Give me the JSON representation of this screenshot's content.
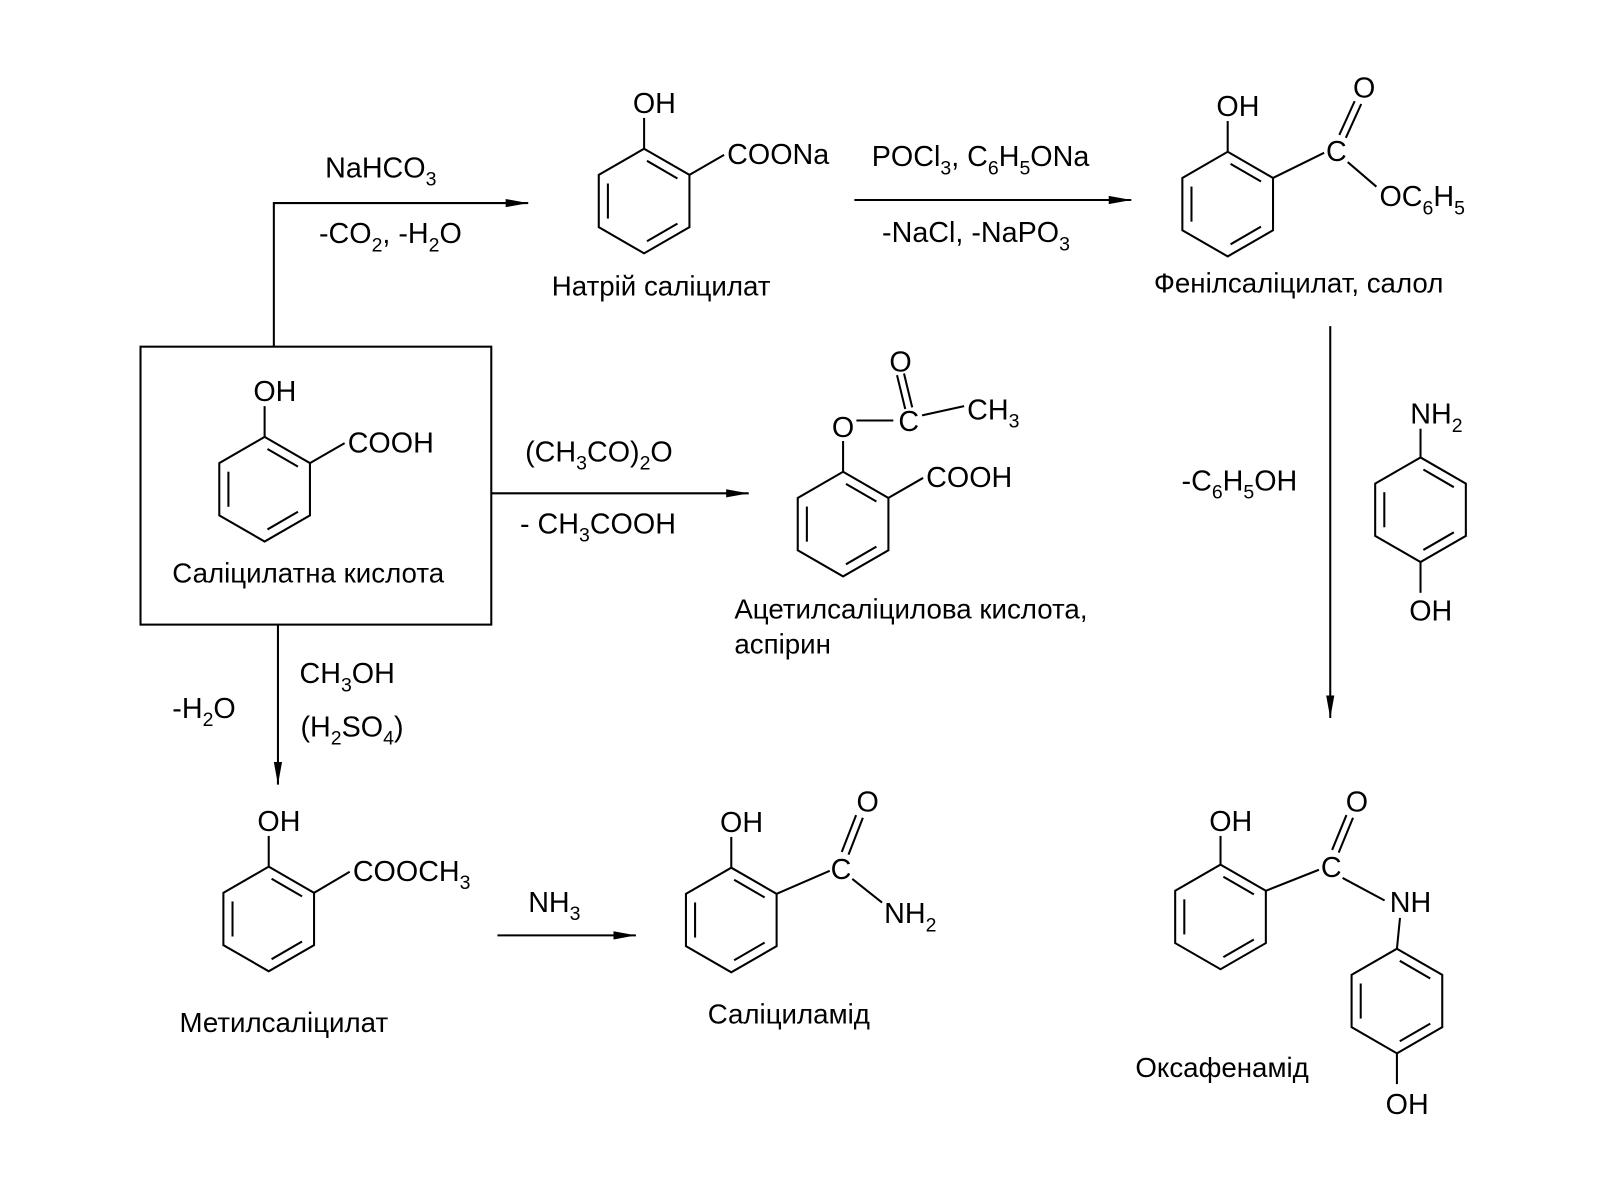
{
  "compounds": {
    "salicylic_acid": {
      "name": "Саліцилатна кислота",
      "oh": "OH",
      "cooh": "COOH"
    },
    "sodium_salicylate": {
      "name": "Натрій саліцилат",
      "oh": "OH",
      "coona": "COONa"
    },
    "phenyl_salicylate": {
      "name": "Фенілсаліцилат, салол",
      "oh": "OH",
      "c": "C",
      "o": "O",
      "oc6h5": [
        "OC",
        "6",
        "H",
        "5"
      ]
    },
    "aspirin": {
      "name_line1": "Ацетилсаліцилова кислота,",
      "name_line2": "аспірин",
      "o_ester": "O",
      "c": "C",
      "o": "O",
      "ch3": [
        "CH",
        "3"
      ],
      "cooh": "COOH"
    },
    "methyl_salicylate": {
      "name": "Метилсаліцилат",
      "oh": "OH",
      "cooch3": [
        "COOCH",
        "3"
      ]
    },
    "salicylamide": {
      "name": "Саліциламід",
      "oh": "OH",
      "c": "C",
      "o": "O",
      "nh2": [
        "NH",
        "2"
      ]
    },
    "oxaphenamide": {
      "name": "Оксафенамід",
      "oh": "OH",
      "c": "C",
      "o": "O",
      "nh": "NH",
      "oh_para": "OH"
    },
    "p_aminophenol": {
      "nh2": [
        "NH",
        "2"
      ],
      "oh": "OH"
    }
  },
  "reactions": {
    "to_sodium_salicylate": {
      "above": [
        "NaHCO",
        "3"
      ],
      "below": [
        "-CO",
        "2",
        ", -H",
        "2",
        "O"
      ]
    },
    "to_phenyl_salicylate": {
      "above": [
        "POCl",
        "3",
        ", C",
        "6",
        "H",
        "5",
        "ONa"
      ],
      "below": [
        "-NaCl, -NaPO",
        "3"
      ]
    },
    "to_aspirin": {
      "above": [
        "(CH",
        "3",
        "CO)",
        "2",
        "O"
      ],
      "below": [
        "- CH",
        "3",
        "COOH"
      ]
    },
    "to_methyl_salicylate": {
      "right_top": [
        "CH",
        "3",
        "OH"
      ],
      "right_bottom": [
        "(H",
        "2",
        "SO",
        "4",
        ")"
      ],
      "left": [
        "-H",
        "2",
        "O"
      ]
    },
    "to_salicylamide": {
      "above": [
        "NH",
        "3"
      ]
    },
    "to_oxaphenamide": {
      "left": [
        "-C",
        "6",
        "H",
        "5",
        "OH"
      ]
    }
  }
}
